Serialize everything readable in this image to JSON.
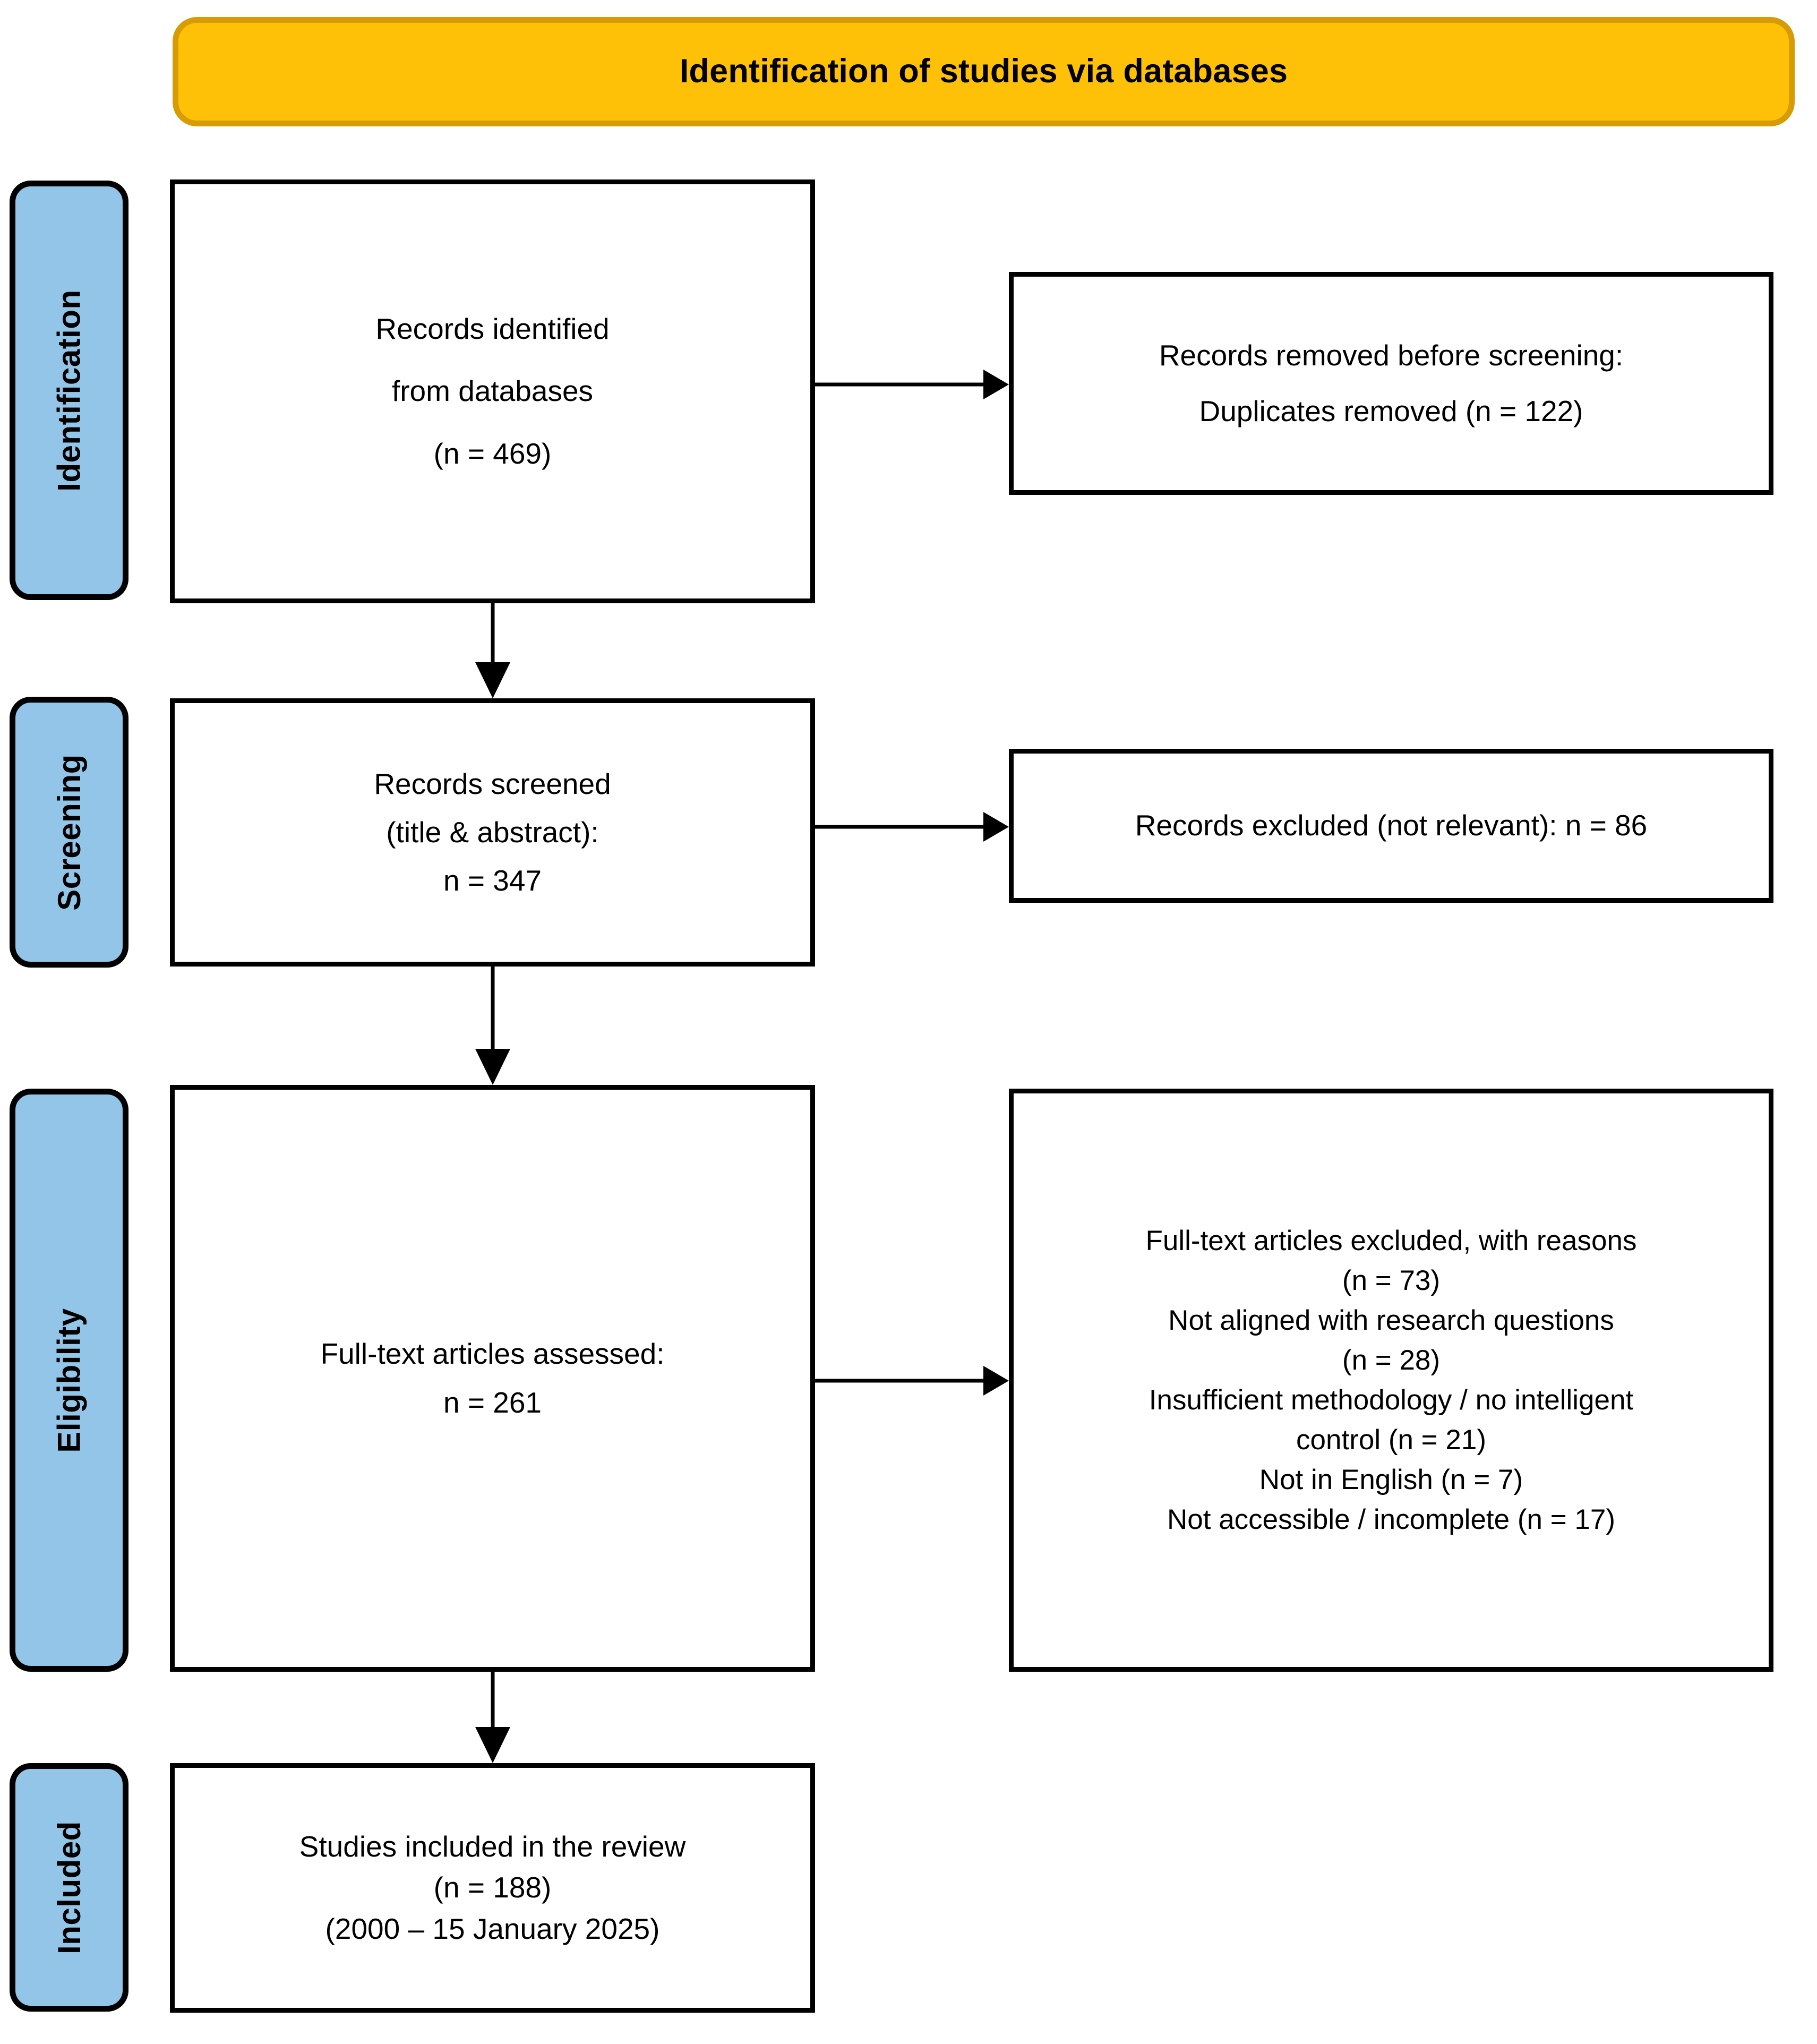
{
  "header": {
    "title": "Identification of studies via databases",
    "fill_color": "#FFC107",
    "border_color": "#D79B03"
  },
  "stage_labels": {
    "fill_color": "#92C5E8",
    "items": [
      {
        "id": "identification",
        "label": "Identification"
      },
      {
        "id": "screening",
        "label": "Screening"
      },
      {
        "id": "eligibility",
        "label": "Eligibility"
      },
      {
        "id": "included",
        "label": "Included"
      }
    ]
  },
  "boxes": {
    "identified": {
      "lines": [
        "Records identified",
        "from databases",
        "(n = 469)"
      ]
    },
    "removed": {
      "lines": [
        "Records removed before screening:",
        "Duplicates removed (n = 122)"
      ]
    },
    "screened": {
      "lines": [
        "Records screened",
        "(title & abstract):",
        "n = 347"
      ]
    },
    "excluded": {
      "lines": [
        "Records excluded (not relevant): n = 86"
      ]
    },
    "fulltext_assessed": {
      "lines": [
        "Full-text articles assessed:",
        "n = 261"
      ]
    },
    "fulltext_excluded": {
      "lines": [
        "Full-text articles excluded, with reasons",
        "(n = 73)",
        "Not aligned with research questions",
        "(n = 28)",
        "Insufficient methodology / no intelligent",
        "control (n = 21)",
        "Not in English (n = 7)",
        "Not accessible / incomplete (n = 17)"
      ]
    },
    "included": {
      "lines": [
        "Studies included in the review",
        "(n = 188)",
        "(2000 – 15 January 2025)"
      ]
    }
  },
  "chart_data": {
    "type": "diagram",
    "title": "Identification of studies via databases",
    "diagram_kind": "PRISMA flow diagram",
    "stages": [
      "Identification",
      "Screening",
      "Eligibility",
      "Included"
    ],
    "nodes": [
      {
        "id": "identified",
        "stage": "Identification",
        "label": "Records identified from databases",
        "n": 469
      },
      {
        "id": "removed",
        "stage": "Identification",
        "label": "Records removed before screening: Duplicates removed",
        "n": 122
      },
      {
        "id": "screened",
        "stage": "Screening",
        "label": "Records screened (title & abstract)",
        "n": 347
      },
      {
        "id": "excluded",
        "stage": "Screening",
        "label": "Records excluded (not relevant)",
        "n": 86
      },
      {
        "id": "fulltext_assessed",
        "stage": "Eligibility",
        "label": "Full-text articles assessed",
        "n": 261
      },
      {
        "id": "fulltext_excluded",
        "stage": "Eligibility",
        "label": "Full-text articles excluded, with reasons",
        "n": 73,
        "reasons": [
          {
            "label": "Not aligned with research questions",
            "n": 28
          },
          {
            "label": "Insufficient methodology / no intelligent control",
            "n": 21
          },
          {
            "label": "Not in English",
            "n": 7
          },
          {
            "label": "Not accessible / incomplete",
            "n": 17
          }
        ]
      },
      {
        "id": "included",
        "stage": "Included",
        "label": "Studies included in the review",
        "n": 188,
        "date_range": "2000 – 15 January 2025"
      }
    ],
    "edges": [
      {
        "from": "identified",
        "to": "removed",
        "direction": "right"
      },
      {
        "from": "identified",
        "to": "screened",
        "direction": "down"
      },
      {
        "from": "screened",
        "to": "excluded",
        "direction": "right"
      },
      {
        "from": "screened",
        "to": "fulltext_assessed",
        "direction": "down"
      },
      {
        "from": "fulltext_assessed",
        "to": "fulltext_excluded",
        "direction": "right"
      },
      {
        "from": "fulltext_assessed",
        "to": "included",
        "direction": "down"
      }
    ]
  }
}
